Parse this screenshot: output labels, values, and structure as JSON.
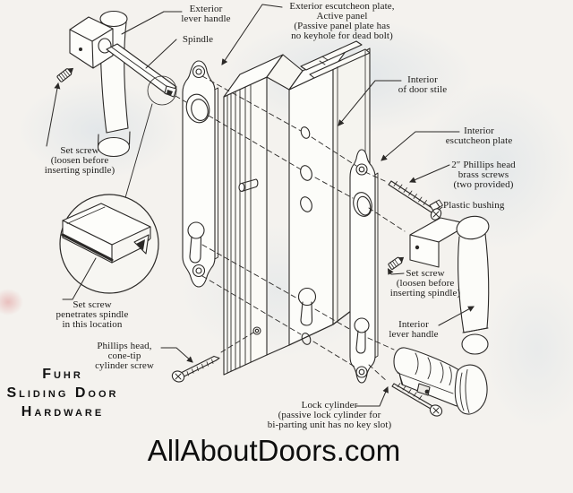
{
  "page": {
    "paper_color": "#f4f2ee",
    "ink_color": "#2b2927",
    "tint_color": "#dfe7ee"
  },
  "labels": {
    "exterior_lever_handle": {
      "lines": [
        "Exterior",
        "lever handle"
      ]
    },
    "spindle": {
      "lines": [
        "Spindle"
      ]
    },
    "exterior_escutcheon_plate": {
      "lines": [
        "Exterior escutcheon plate,",
        "Active panel",
        "(Passive panel plate has",
        "no keyhole for dead bolt)"
      ]
    },
    "interior_of_door_stile": {
      "lines": [
        "Interior",
        "of door stile"
      ]
    },
    "interior_escutcheon_plate": {
      "lines": [
        "Interior",
        "escutcheon plate"
      ]
    },
    "phillips_brass_screws": {
      "lines": [
        "2″ Phillips head",
        "brass screws",
        "(two provided)"
      ]
    },
    "plastic_bushing": {
      "lines": [
        "Plastic bushing"
      ]
    },
    "set_screw_interior": {
      "lines": [
        "Set screw",
        "(loosen before",
        "inserting spindle)"
      ]
    },
    "interior_lever_handle": {
      "lines": [
        "Interior",
        "lever handle"
      ]
    },
    "lock_cylinder": {
      "lines": [
        "Lock cylinder",
        "(passive lock cylinder for",
        "bi-parting unit has no key slot)"
      ]
    },
    "set_screw_exterior": {
      "lines": [
        "Set screw",
        "(loosen before",
        "inserting spindle)"
      ]
    },
    "set_screw_penetrates": {
      "lines": [
        "Set screw",
        "penetrates spindle",
        "in this location"
      ]
    },
    "phillips_cone_tip": {
      "lines": [
        "Phillips head,",
        "cone-tip",
        "cylinder screw"
      ]
    }
  },
  "brand": {
    "lines": [
      "Fuhr",
      "Sliding Door",
      "Hardware"
    ]
  },
  "watermark": {
    "text": "AllAboutDoors.com"
  }
}
